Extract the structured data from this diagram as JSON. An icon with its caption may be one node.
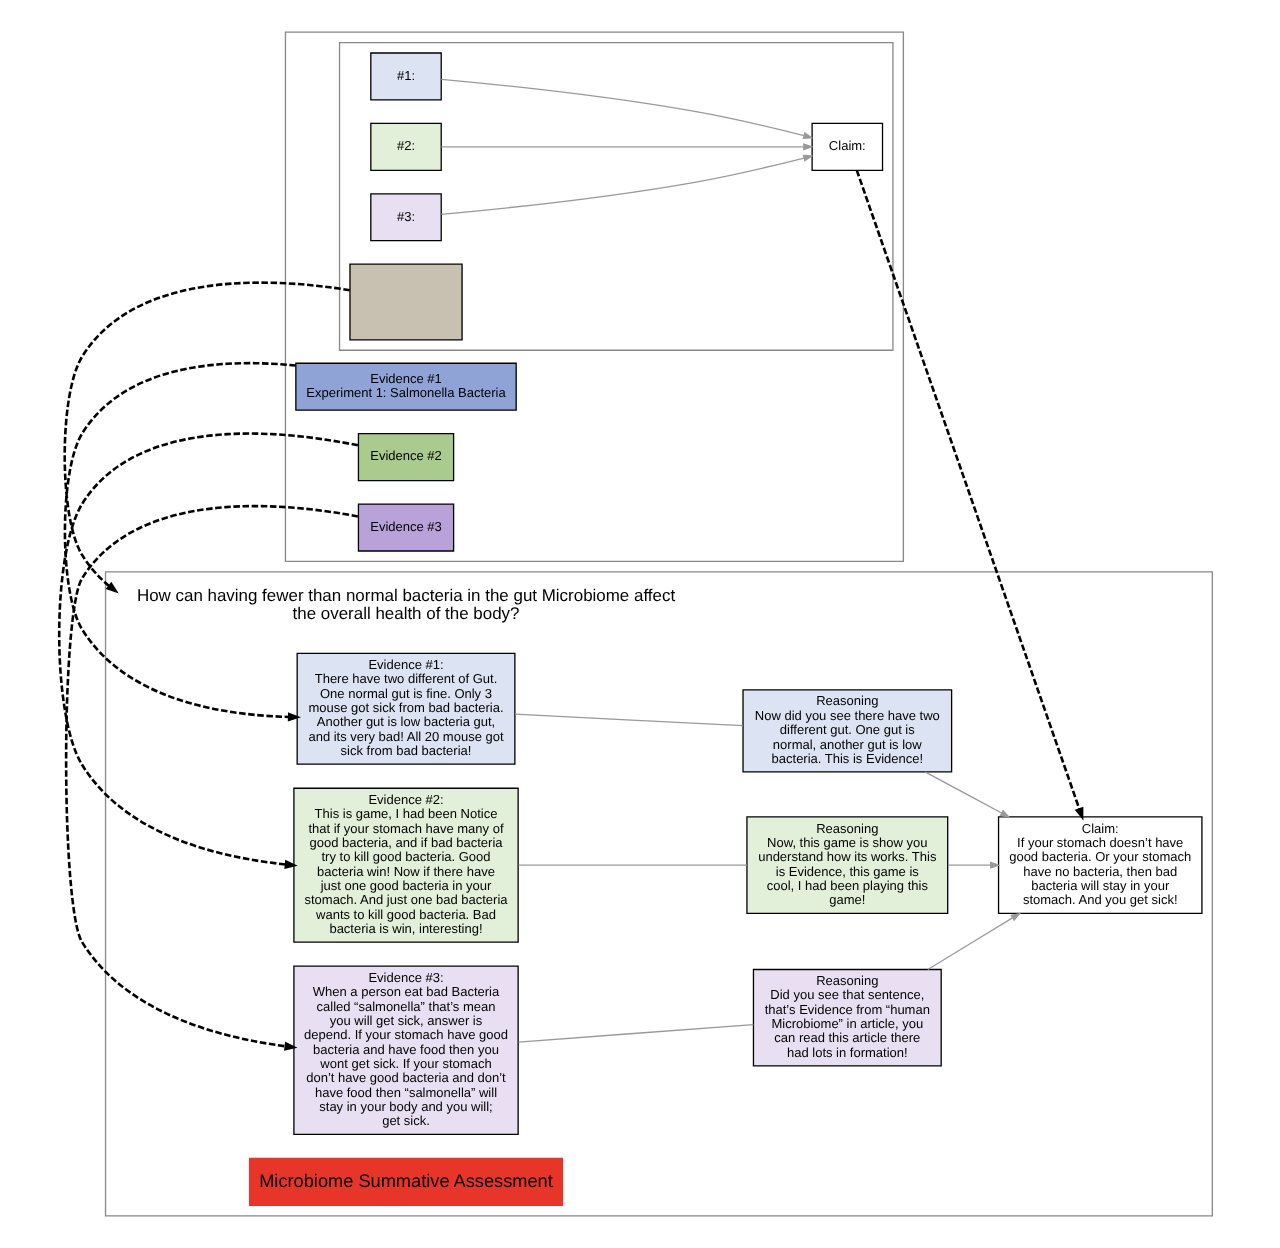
{
  "diagram": {
    "nodes": [
      {
        "text": [],
        "shape": "box"
      },
      {
        "text": [
          "Evidence #1",
          "Experiment 1: Salmonella Bacteria"
        ],
        "in": 0
      },
      {
        "text": [
          "Evidence #2"
        ],
        "in": 0
      },
      {
        "text": [
          "Evidence #3"
        ],
        "in": 0
      },
      {
        "text": [],
        "shape": "box",
        "in": 0
      },
      {
        "text": [
          "#1:"
        ],
        "in": 4
      },
      {
        "text": [
          "#2:"
        ],
        "in": 4
      },
      {
        "text": [
          "#3:"
        ],
        "in": 4
      },
      {
        "text": [
          "Claim:"
        ],
        "in": 4
      },
      {
        "text": [],
        "shape": "box",
        "in": 4
      },
      {
        "text": [],
        "shape": "box"
      },
      {
        "text": [
          "How can having fewer than normal bacteria in the gut Microbiome affect the overall health of the body?"
        ],
        "in": 10
      },
      {
        "text": [
          "Evidence #1:",
          "There have two different of Gut. One normal gut is fine. Only 3 mouse got sick from bad bacteria. Another gut is low bacteria gut, and its very bad! All 20 mouse got sick from bad bacteria!"
        ],
        "in": 10
      },
      {
        "text": [
          "Evidence #2:",
          "This is game, I had been Notice that if your stomach have many of good bacteria, and if bad bacteria try to kill good bacteria. Good bacteria win! Now if there have just one good bacteria in your stomach. And just one bad bacteria wants to kill good bacteria. Bad bacteria is win, interesting!"
        ],
        "in": 10
      },
      {
        "text": [
          "Evidence #3:",
          "When a person eat bad Bacteria called “salmonella” that’s mean you will get sick, answer is depend. If your stomach have good bacteria and have food then you wont get sick. If your stomach don’t have good bacteria and don’t have food then “salmonella” will stay in your body and you will; get sick."
        ],
        "in": 10
      },
      {
        "text": [
          "Reasoning",
          "Now did you see there have two different gut. One gut is normal, another gut is low bacteria. This is Evidence!"
        ],
        "in": 10
      },
      {
        "text": [
          "Reasoning",
          "Now, this game is show you understand how its works. This is Evidence, this game is cool, I had been playing this game!"
        ],
        "in": 10
      },
      {
        "text": [
          "Reasoning",
          "Did you see that sentence, that’s Evidence from “human Microbiome” in article, you can read this article there had lots in formation!"
        ],
        "in": 10
      },
      {
        "text": [
          "Claim:",
          "If your stomach doesn’t have good bacteria. Or your stomach have no bacteria, then bad bacteria will stay in your stomach. And you get sick!"
        ],
        "in": 10
      },
      {
        "text": [
          "Microbiome Summative Assessment"
        ],
        "in": 10
      }
    ],
    "edges": [
      {
        "from": 5,
        "to": 8,
        "arrow": "to"
      },
      {
        "from": 6,
        "to": 8,
        "arrow": "to"
      },
      {
        "from": 7,
        "to": 8,
        "arrow": "to"
      },
      {
        "from": 1,
        "to": 12,
        "arrow": "to",
        "style": "dashed",
        "color": "#000000"
      },
      {
        "from": 2,
        "to": 13,
        "arrow": "to",
        "style": "dashed",
        "color": "#000000"
      },
      {
        "from": 3,
        "to": 14,
        "arrow": "to",
        "style": "dashed",
        "color": "#000000"
      },
      {
        "from": 8,
        "to": 18,
        "arrow": "to",
        "style": "dashed",
        "color": "#000000"
      },
      {
        "from": 9,
        "to": 11,
        "arrow": "to",
        "style": "dashed",
        "color": "#000000"
      },
      {
        "from": 12,
        "to": 15,
        "arrow": "none"
      },
      {
        "from": 13,
        "to": 16,
        "arrow": "none"
      },
      {
        "from": 14,
        "to": 17,
        "arrow": "none"
      },
      {
        "from": 15,
        "to": 18,
        "arrow": "to"
      },
      {
        "from": 16,
        "to": 18,
        "arrow": "to"
      },
      {
        "from": 17,
        "to": 18,
        "arrow": "to"
      }
    ]
  }
}
